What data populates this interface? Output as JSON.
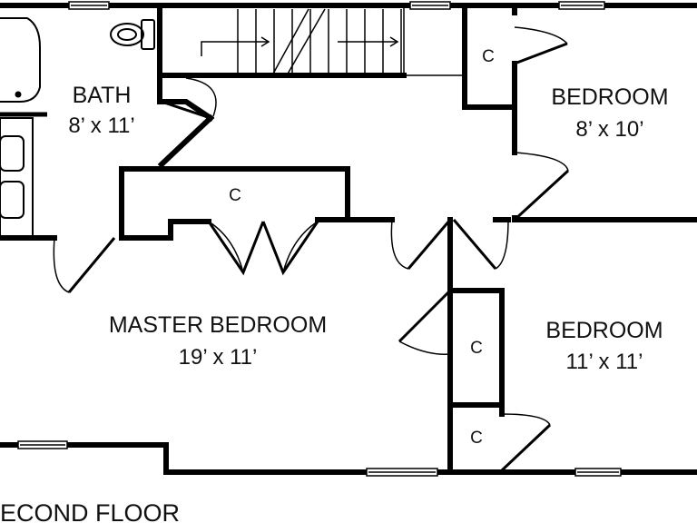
{
  "rooms": {
    "bath": {
      "name": "BATH",
      "size": "8’ x 11’"
    },
    "bedroom_1": {
      "name": "BEDROOM",
      "size": "8’ x 10’"
    },
    "master": {
      "name": "MASTER BEDROOM",
      "size": "19’ x 11’"
    },
    "bedroom_2": {
      "name": "BEDROOM",
      "size": "11’ x 11’"
    }
  },
  "closets": {
    "upper": "C",
    "master": "C",
    "mid_right": "C",
    "lower_right": "C"
  },
  "floor_label": "ECOND FLOOR",
  "colors": {
    "wall": "#000000",
    "background": "#ffffff",
    "window": "#ffffff"
  }
}
